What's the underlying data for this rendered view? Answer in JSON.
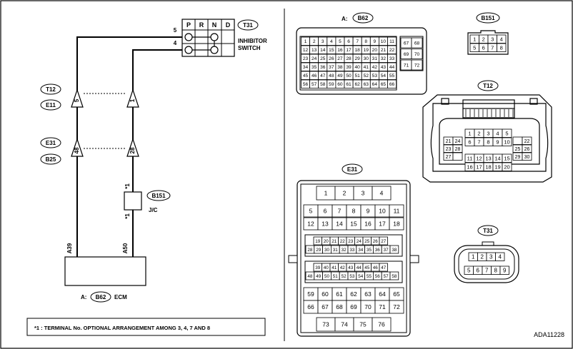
{
  "left": {
    "inhibitor_switch": {
      "connector": "T31",
      "title_lines": [
        "INHIBITOR",
        "SWITCH"
      ],
      "positions": [
        "P",
        "R",
        "N",
        "D"
      ],
      "pins": [
        "5",
        "4"
      ]
    },
    "junction_1": {
      "upper": "T12",
      "lower": "E11",
      "pins": [
        "5",
        "1"
      ]
    },
    "junction_2": {
      "upper": "E31",
      "lower": "B25",
      "pins": [
        "48",
        "28"
      ]
    },
    "jc": {
      "connector": "B151",
      "label": "J/C",
      "mark": "*1"
    },
    "ecm": {
      "prefix": "A:",
      "connector": "B62",
      "label": "ECM",
      "pins": [
        "A39",
        "A50"
      ]
    },
    "footnote": "*1  : TERMINAL No. OPTIONAL ARRANGEMENT AMONG 3, 4, 7 AND 8"
  },
  "right": {
    "b62": {
      "prefix": "A:",
      "label": "B62",
      "rows": [
        [
          "1",
          "2",
          "3",
          "4",
          "5",
          "6",
          "7",
          "8",
          "9",
          "10",
          "11"
        ],
        [
          "12",
          "13",
          "14",
          "15",
          "16",
          "17",
          "18",
          "19",
          "20",
          "21",
          "22"
        ],
        [
          "23",
          "24",
          "25",
          "26",
          "27",
          "28",
          "29",
          "30",
          "31",
          "32",
          "33"
        ],
        [
          "34",
          "35",
          "36",
          "37",
          "38",
          "39",
          "40",
          "41",
          "42",
          "43",
          "44"
        ],
        [
          "45",
          "46",
          "47",
          "48",
          "49",
          "50",
          "51",
          "52",
          "53",
          "54",
          "55"
        ],
        [
          "56",
          "57",
          "58",
          "59",
          "60",
          "61",
          "62",
          "63",
          "64",
          "65",
          "66"
        ]
      ],
      "side": [
        [
          "67",
          "68"
        ],
        [
          "69",
          "70"
        ],
        [
          "71",
          "72"
        ]
      ]
    },
    "b151": {
      "label": "B151",
      "rows": [
        [
          "1",
          "2",
          "3",
          "4"
        ],
        [
          "5",
          "6",
          "7",
          "8"
        ]
      ]
    },
    "t12": {
      "label": "T12",
      "center": [
        [
          "1",
          "2",
          "3",
          "4",
          "5"
        ],
        [
          "6",
          "7",
          "8",
          "9",
          "10"
        ]
      ],
      "bottom": [
        [
          "11",
          "12",
          "13",
          "14",
          "15"
        ],
        [
          "16",
          "17",
          "18",
          "19",
          "20"
        ]
      ],
      "left": [
        [
          "21",
          "24"
        ],
        [
          "23",
          "28"
        ],
        [
          "27",
          ""
        ]
      ],
      "right": [
        [
          "",
          "22"
        ],
        [
          "25",
          "26"
        ],
        [
          "29",
          "30"
        ]
      ]
    },
    "e31": {
      "label": "E31",
      "top": [
        "1",
        "2",
        "3",
        "4"
      ],
      "row_a": [
        "5",
        "6",
        "7",
        "8",
        "9",
        "10",
        "11"
      ],
      "row_b": [
        "12",
        "13",
        "14",
        "15",
        "16",
        "17",
        "18"
      ],
      "mid_1": [
        "19",
        "20",
        "21",
        "22",
        "23",
        "24",
        "25",
        "26",
        "27"
      ],
      "mid_2": [
        "28",
        "29",
        "30",
        "31",
        "32",
        "33",
        "34",
        "35",
        "36",
        "37",
        "38"
      ],
      "mid_3": [
        "39",
        "40",
        "41",
        "42",
        "43",
        "44",
        "45",
        "46",
        "47"
      ],
      "mid_4": [
        "48",
        "49",
        "50",
        "51",
        "52",
        "53",
        "54",
        "55",
        "56",
        "57",
        "58"
      ],
      "row_c": [
        "59",
        "60",
        "61",
        "62",
        "63",
        "64",
        "65"
      ],
      "row_d": [
        "66",
        "67",
        "68",
        "69",
        "70",
        "71",
        "72"
      ],
      "bottom": [
        "73",
        "74",
        "75",
        "76"
      ]
    },
    "t31": {
      "label": "T31",
      "rows": [
        [
          "1",
          "2",
          "3",
          "4"
        ],
        [
          "5",
          "6",
          "7",
          "8",
          "9"
        ]
      ]
    },
    "code": "ADA11228"
  }
}
